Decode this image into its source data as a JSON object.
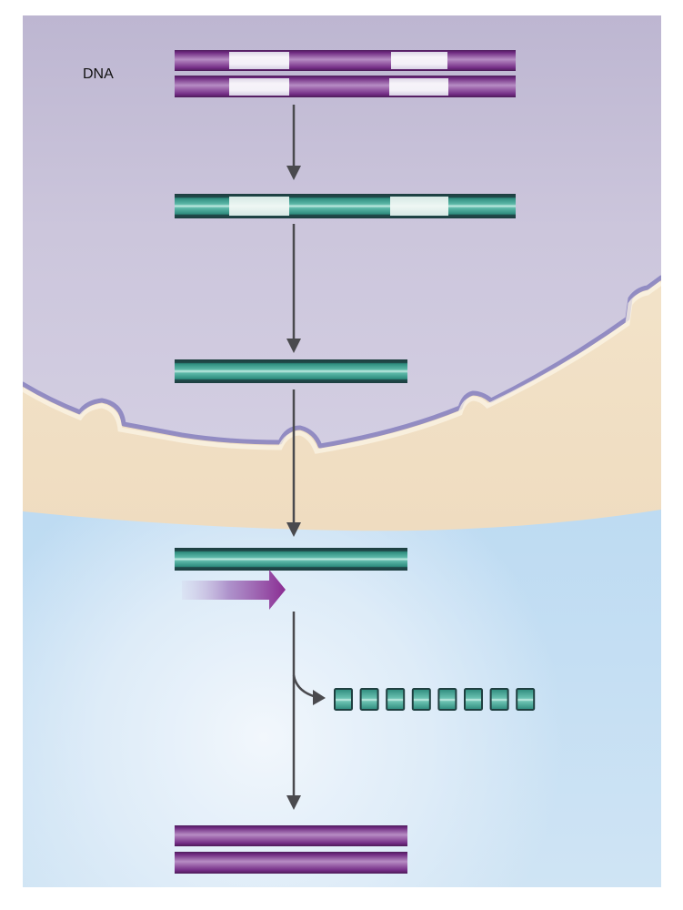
{
  "diagram": {
    "title": "",
    "labels": {
      "dna": "DNA"
    },
    "regions": {
      "nucleus": {
        "name": "nucleus",
        "color": "#c9c3da"
      },
      "cytoplasm": {
        "name": "cytoplasm",
        "color": "#f0dfc4"
      },
      "extracellular": {
        "name": "cytoplasm-blue",
        "color": "#a9d2f0"
      }
    },
    "colors": {
      "dna_purple": "#7a2e8a",
      "intron_white": "#ece8f2",
      "mrna_teal": "#3a9e8e",
      "arrow_gray": "#4a4a4e",
      "envelope": "#8c86c2"
    },
    "stages": [
      {
        "id": "dna",
        "strands": 2,
        "color": "purple",
        "segments": "exon-intron-exon-intron-exon"
      },
      {
        "id": "pre-mrna",
        "strands": 1,
        "color": "teal",
        "segments": "exon-intron-exon-intron-exon"
      },
      {
        "id": "mrna-nuclear",
        "strands": 1,
        "color": "teal",
        "segments": "exons-only"
      },
      {
        "id": "mrna-cytoplasmic",
        "strands": 1,
        "color": "teal",
        "segments": "exons-only"
      },
      {
        "id": "protein",
        "units": 8,
        "color": "teal"
      },
      {
        "id": "dna-product",
        "strands": 2,
        "color": "purple",
        "segments": "exons-only"
      }
    ],
    "protein_units": [
      1,
      2,
      3,
      4,
      5,
      6,
      7,
      8
    ]
  }
}
